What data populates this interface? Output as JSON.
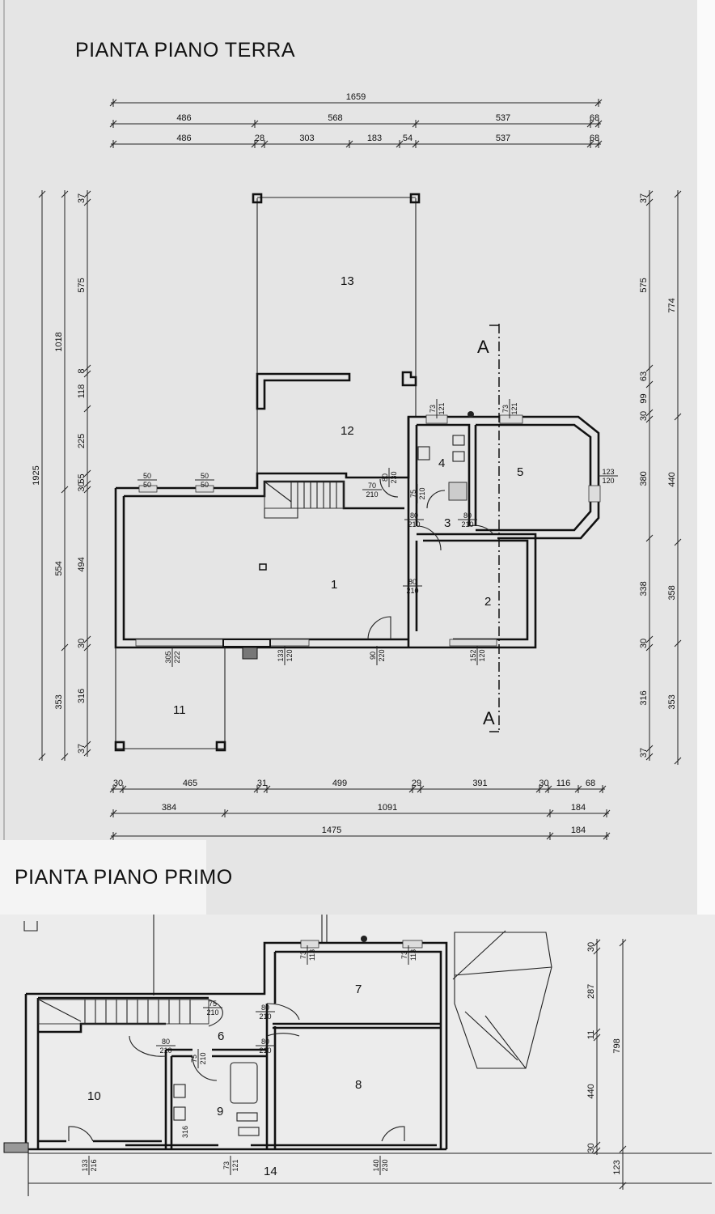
{
  "ground_floor": {
    "title": "PIANTA PIANO TERRA",
    "rooms": {
      "r1": "1",
      "r2": "2",
      "r3": "3",
      "r4": "4",
      "r5": "5",
      "r11": "11",
      "r12": "12",
      "r13": "13"
    },
    "section_marker": "A",
    "dims_top": {
      "total": [
        "1659"
      ],
      "row2": [
        "486",
        "568",
        "537",
        "68"
      ],
      "row3": [
        "486",
        "28",
        "303",
        "183",
        "54",
        "537",
        "68"
      ]
    },
    "dims_left": {
      "total": [
        "1925"
      ],
      "row2": [
        "1018",
        "554",
        "353"
      ],
      "row3": [
        "37",
        "575",
        "8",
        "118",
        "225",
        "55",
        "30",
        "494",
        "30",
        "316",
        "37"
      ]
    },
    "dims_right": {
      "row1": [
        "37",
        "575",
        "63",
        "99",
        "30",
        "380",
        "338",
        "30",
        "316",
        "37"
      ],
      "row2": [
        "774",
        "440",
        "358",
        "353"
      ]
    },
    "dims_bottom": {
      "row1": [
        "30",
        "465",
        "31",
        "499",
        "29",
        "391",
        "30",
        "116",
        "68"
      ],
      "row2": [
        "384",
        "1091",
        "184"
      ],
      "row3": [
        "1475",
        "184"
      ]
    },
    "openings": [
      [
        "50",
        "50"
      ],
      [
        "50",
        "50"
      ],
      [
        "80",
        "230"
      ],
      [
        "70",
        "210"
      ],
      [
        "75",
        "210"
      ],
      [
        "80",
        "210"
      ],
      [
        "80",
        "210"
      ],
      [
        "73",
        "121"
      ],
      [
        "73",
        "121"
      ],
      [
        "123",
        "120"
      ],
      [
        "80",
        "210"
      ],
      [
        "305",
        "222"
      ],
      [
        "133",
        "120"
      ],
      [
        "90",
        "220"
      ],
      [
        "152",
        "120"
      ]
    ]
  },
  "first_floor": {
    "title": "PIANTA PIANO PRIMO",
    "rooms": {
      "r6": "6",
      "r7": "7",
      "r8": "8",
      "r9": "9",
      "r10": "10",
      "r14": "14"
    },
    "dims_right": {
      "row1": [
        "30",
        "287",
        "11",
        "440",
        "30"
      ],
      "row2": [
        "798",
        "123"
      ]
    },
    "openings": [
      [
        "75",
        "210"
      ],
      [
        "80",
        "210"
      ],
      [
        "80",
        "210"
      ],
      [
        "80",
        "210"
      ],
      [
        "75",
        "210"
      ],
      [
        "73",
        "113"
      ],
      [
        "73",
        "113"
      ],
      [
        "133",
        "216"
      ],
      [
        "73",
        "121"
      ],
      [
        "140",
        "230"
      ]
    ],
    "bath_label": "316"
  }
}
